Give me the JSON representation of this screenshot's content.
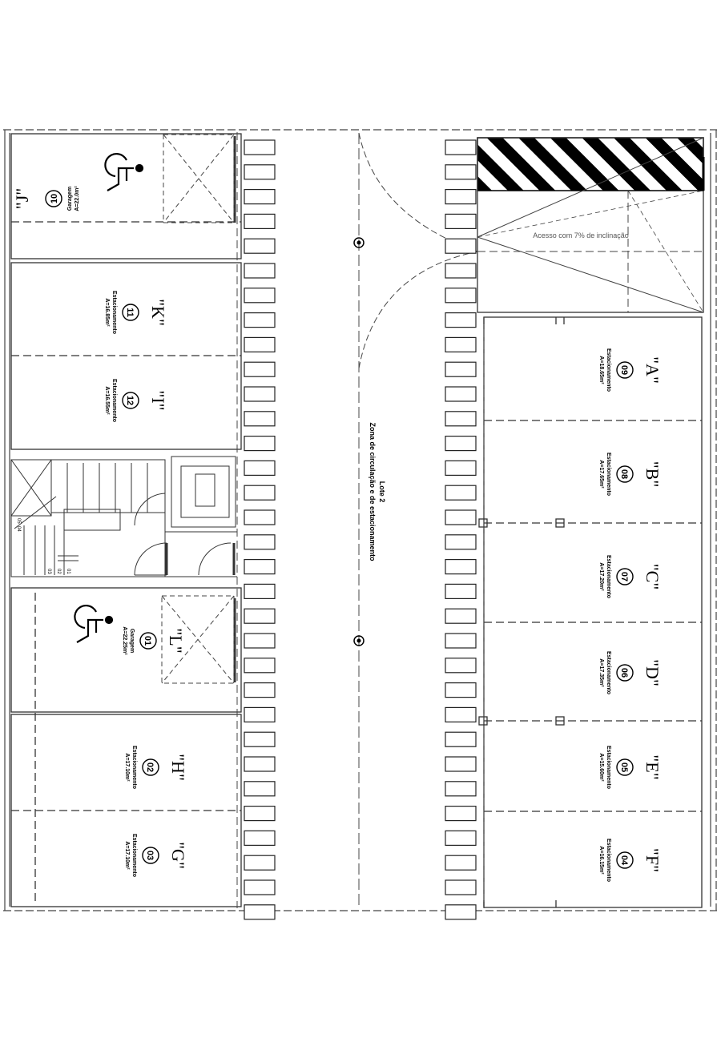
{
  "lot": {
    "title": "Lote 2",
    "subtitle": "Zona de circulação e de estacionamento"
  },
  "ramp": {
    "label": "Acesso com 7% de inclinação"
  },
  "bays": [
    {
      "letter": "\"J\"",
      "number": "10",
      "type": "Garagem",
      "area": "A=22.0m²",
      "accessible": true
    },
    {
      "letter": "\"K\"",
      "number": "11",
      "type": "Estacionamento",
      "area": "A=16.85m²",
      "accessible": false
    },
    {
      "letter": "\"I\"",
      "number": "12",
      "type": "Estacionamento",
      "area": "A=16.55m²",
      "accessible": false
    },
    {
      "letter": "\"L\"",
      "number": "01",
      "type": "Garagem",
      "area": "A=22.25m²",
      "accessible": true
    },
    {
      "letter": "\"H\"",
      "number": "02",
      "type": "Estacionamento",
      "area": "A=17.10m²",
      "accessible": false
    },
    {
      "letter": "\"G\"",
      "number": "03",
      "type": "Estacionamento",
      "area": "A=17.10m²",
      "accessible": false
    },
    {
      "letter": "\"A\"",
      "number": "09",
      "type": "Estacionamento",
      "area": "A=18.65m²",
      "accessible": false
    },
    {
      "letter": "\"B\"",
      "number": "08",
      "type": "Estacionamento",
      "area": "A=17.65m²",
      "accessible": false
    },
    {
      "letter": "\"C\"",
      "number": "07",
      "type": "Estacionamento",
      "area": "A=17.20m²",
      "accessible": false
    },
    {
      "letter": "\"D\"",
      "number": "06",
      "type": "Estacionamento",
      "area": "A=17.35m²",
      "accessible": false
    },
    {
      "letter": "\"E\"",
      "number": "05",
      "type": "Estacionamento",
      "area": "A=15.60m²",
      "accessible": false
    },
    {
      "letter": "\"F\"",
      "number": "04",
      "type": "Estacionamento",
      "area": "A=16.15m²",
      "accessible": false
    }
  ],
  "stair_marks": [
    "05",
    "04",
    "03",
    "02",
    "01"
  ]
}
